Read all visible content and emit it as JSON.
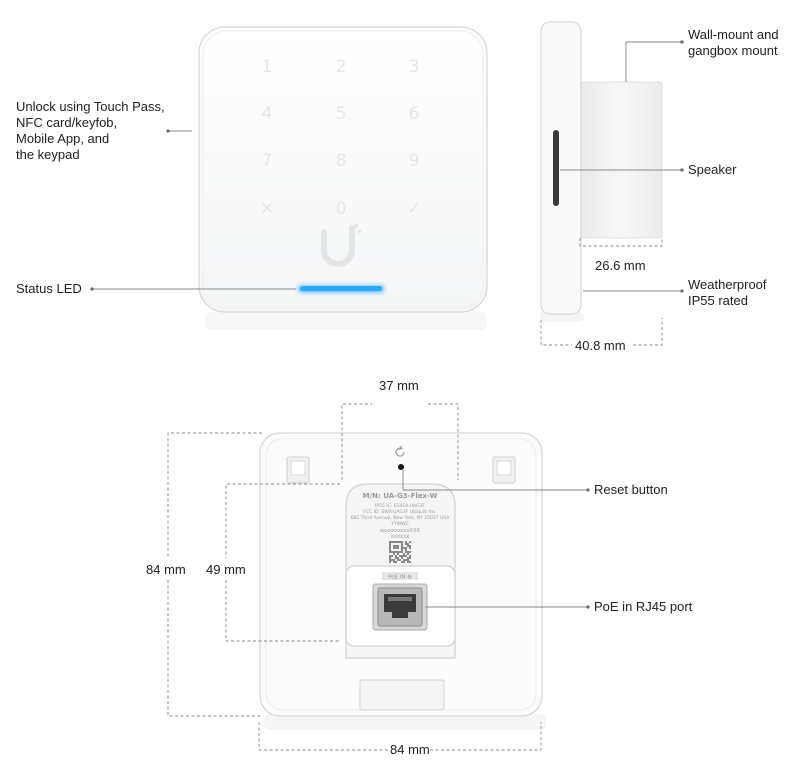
{
  "front": {
    "keypad": [
      "1",
      "2",
      "3",
      "4",
      "5",
      "6",
      "7",
      "8",
      "9",
      "✕",
      "0",
      "✓"
    ]
  },
  "callouts": {
    "unlock": [
      "Unlock using Touch Pass,",
      "NFC card/keyfob,",
      "Mobile App, and",
      "the keypad"
    ],
    "status_led": "Status LED",
    "wall_mount": [
      "Wall-mount and",
      "gangbox mount"
    ],
    "speaker": "Speaker",
    "weatherproof": [
      "Weatherproof",
      "IP55 rated"
    ],
    "reset": "Reset button",
    "poe": "PoE in RJ45 port"
  },
  "dimensions": {
    "side_depth_mount": "26.6 mm",
    "side_depth_total": "40.8 mm",
    "back_mount_width": "37 mm",
    "back_height": "84 mm",
    "back_mount_height": "49 mm",
    "back_width": "84 mm"
  },
  "back_label": {
    "model": "M/N: UA-G3-Flex-W",
    "line1": "IP55   IC: 6545A-UAG3F",
    "line2": "FCC ID: SWX-UAG3F   Ubiquiti Inc.",
    "line3": "685 Third Avenue, New York, NY 10017 USA",
    "line4": "YYWWC",
    "serial": "xxxxxxxxxxXXX",
    "serial2": "XXXXXX",
    "port_label": "PoE IN ⊕"
  },
  "colors": {
    "led": "#1fa2ff",
    "device": "#fbfbfb",
    "outline": "#d9d9d9",
    "leader": "#888888"
  }
}
